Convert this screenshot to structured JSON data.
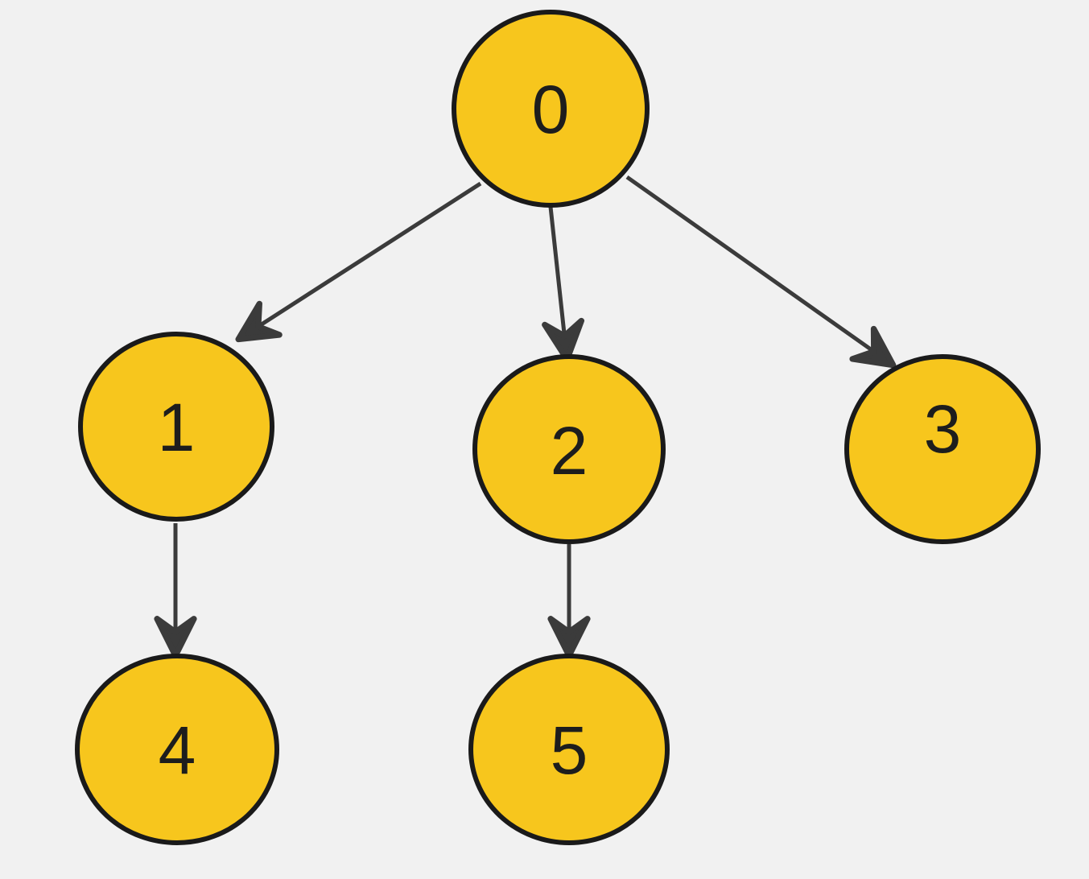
{
  "diagram": {
    "type": "tree",
    "background_color": "#f1f1f1",
    "node_fill": "#f7c61d",
    "node_border_color": "#1a1a1a",
    "edge_color": "#3b3b3b",
    "label_color": "#1d1d1d",
    "nodes": [
      {
        "id": "0",
        "label": "0"
      },
      {
        "id": "1",
        "label": "1"
      },
      {
        "id": "2",
        "label": "2"
      },
      {
        "id": "3",
        "label": "3"
      },
      {
        "id": "4",
        "label": "4"
      },
      {
        "id": "5",
        "label": "5"
      }
    ],
    "edges": [
      {
        "from": "0",
        "to": "1",
        "directed": true
      },
      {
        "from": "0",
        "to": "2",
        "directed": true
      },
      {
        "from": "0",
        "to": "3",
        "directed": true
      },
      {
        "from": "1",
        "to": "4",
        "directed": true
      },
      {
        "from": "2",
        "to": "5",
        "directed": true
      }
    ]
  }
}
